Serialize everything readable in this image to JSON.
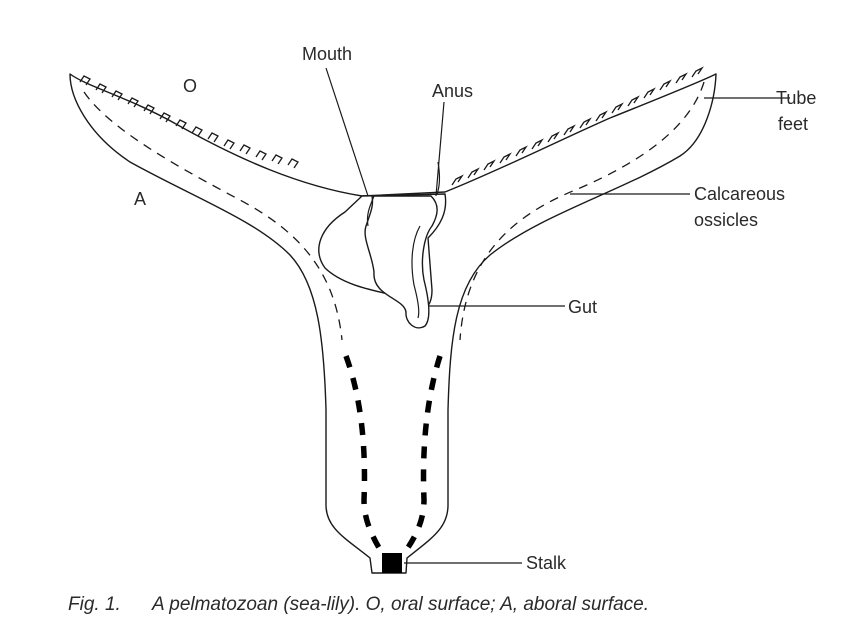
{
  "diagram": {
    "labels": {
      "oral": "O",
      "aboral": "A",
      "mouth": "Mouth",
      "anus": "Anus",
      "tube_feet_line1": "Tube",
      "tube_feet_line2": "feet",
      "ossicles_line1": "Calcareous",
      "ossicles_line2": "ossicles",
      "gut": "Gut",
      "stalk": "Stalk"
    }
  },
  "caption": {
    "figure_number": "Fig. 1.",
    "text": "A pelmatozoan (sea-lily). O, oral surface; A, aboral surface."
  }
}
